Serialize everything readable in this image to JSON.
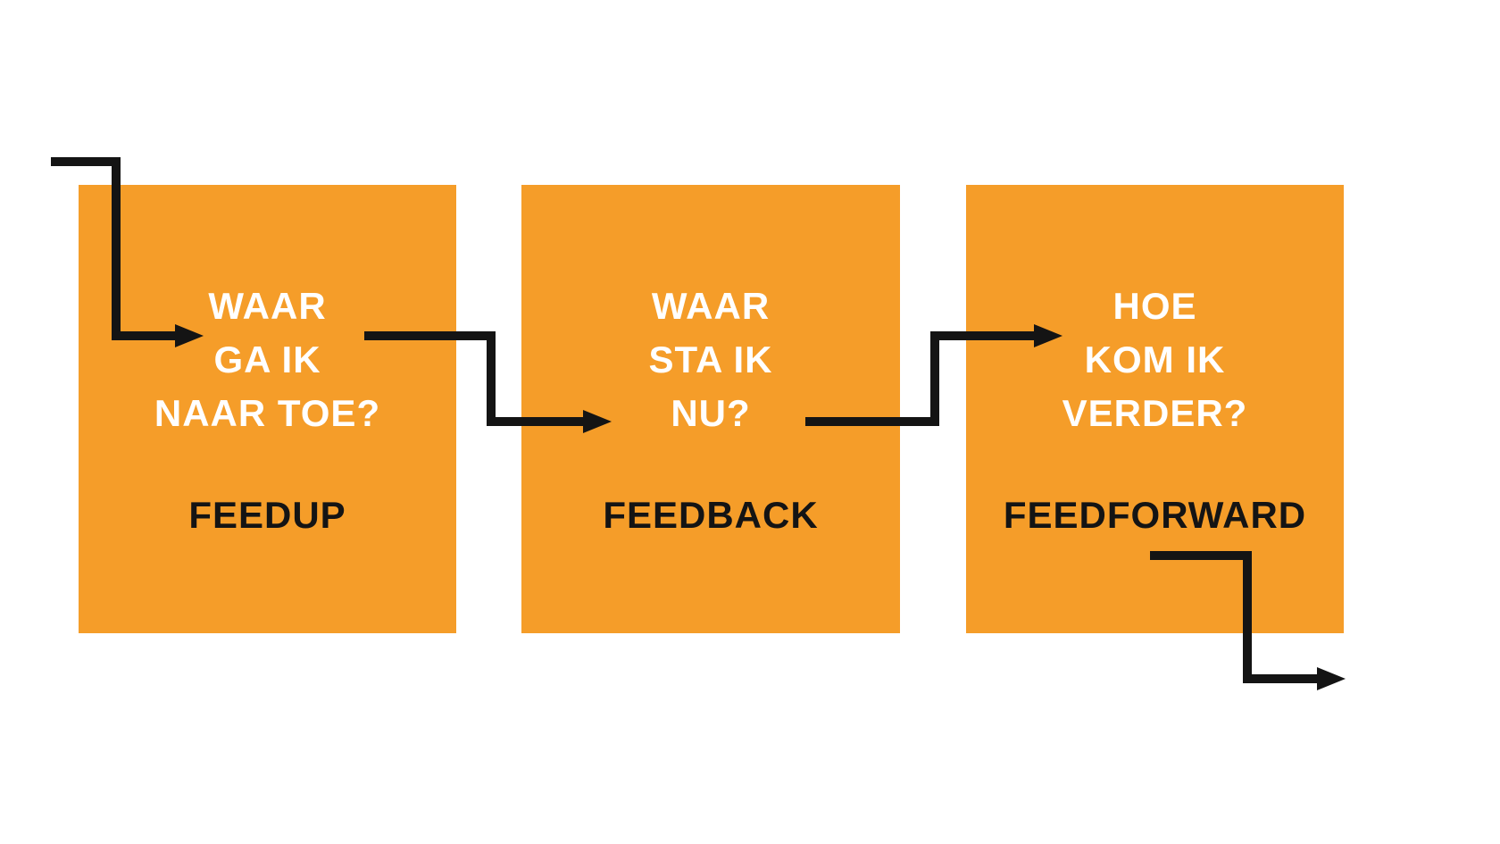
{
  "diagram": {
    "boxes": [
      {
        "id": "feedup",
        "question_lines": [
          "WAAR",
          "GA IK",
          "NAAR TOE?"
        ],
        "label": "FEEDUP"
      },
      {
        "id": "feedback",
        "question_lines": [
          "WAAR",
          "STA IK",
          "NU?"
        ],
        "label": "FEEDBACK"
      },
      {
        "id": "feedforward",
        "question_lines": [
          "HOE",
          "KOM IK",
          "VERDER?"
        ],
        "label": "FEEDFORWARD"
      }
    ],
    "arrows": [
      {
        "name": "flow-arrow-into-feedup"
      },
      {
        "name": "flow-arrow-feedup-to-feedback"
      },
      {
        "name": "flow-arrow-feedback-to-feedforward"
      },
      {
        "name": "flow-arrow-out-of-feedforward"
      }
    ],
    "colors": {
      "background": "#FFFFFF",
      "box_fill": "#F59D29",
      "question_text": "#FFFFFF",
      "label_text": "#141414",
      "arrow": "#141414"
    }
  }
}
